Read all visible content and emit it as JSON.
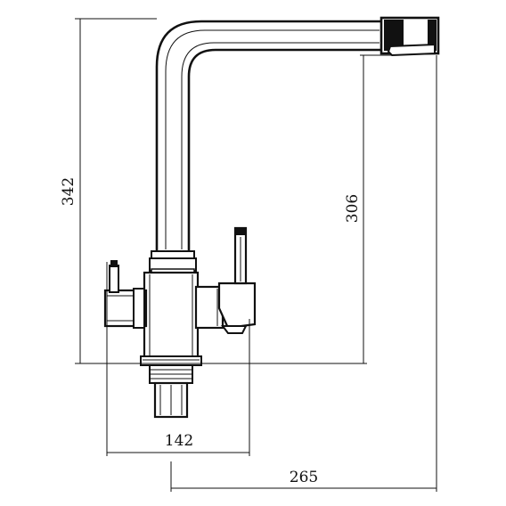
{
  "dimensions": {
    "total_height": "342",
    "spout_outlet_height": "306",
    "body_width": "142",
    "spout_reach": "265"
  }
}
